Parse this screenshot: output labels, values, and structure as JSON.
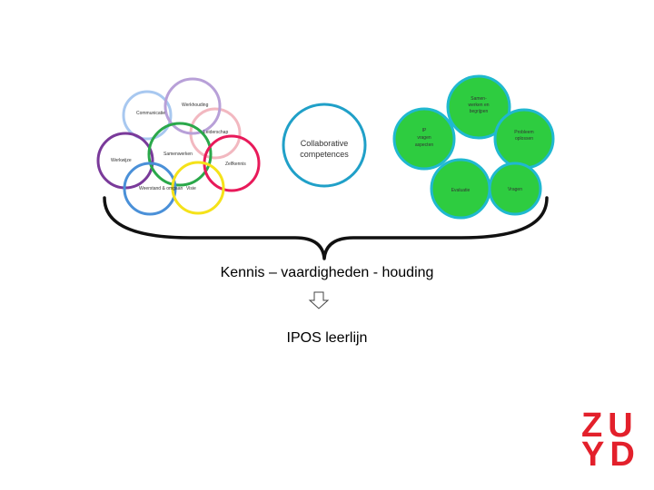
{
  "colors": {
    "accent_red": "#e3202b",
    "green_fill": "#2ecc40",
    "cyan_border": "#20b8d0"
  },
  "left_cluster": {
    "circles": [
      {
        "label": "Communicatie",
        "color": "#a8c8f0"
      },
      {
        "label": "Werkwijze",
        "color": "#b01e8c"
      },
      {
        "label": "Leiderschap",
        "color": "#f2b8c0"
      },
      {
        "label": "Zelfkennis",
        "color": "#e81a5a"
      },
      {
        "label": "Visie",
        "color": "#f5e21a"
      },
      {
        "label": "Weerstand & omgaan",
        "color": "#4a90d8"
      },
      {
        "label": "Samenwerken",
        "color": "#2aa84a"
      },
      {
        "label": "Werkhouding",
        "color": "#7a3a9a"
      }
    ]
  },
  "center_circle": {
    "label_line1": "Collaborative",
    "label_line2": "competences",
    "color": "#20a0c8"
  },
  "right_cluster": {
    "items": [
      {
        "label_line1": "Samen-",
        "label_line2": "werken en",
        "label_line3": "begrijpen"
      },
      {
        "label_line1": "IP",
        "label_line2": "vragen",
        "label_line3": "aspecten"
      },
      {
        "label_line1": "Probleem",
        "label_line2": "oplossen",
        "label_line3": ""
      },
      {
        "label_line1": "Evaluatie",
        "label_line2": "",
        "label_line3": ""
      },
      {
        "label_line1": "Vragen",
        "label_line2": "",
        "label_line3": ""
      }
    ]
  },
  "headings": {
    "main": "Kennis – vaardigheden - houding",
    "sub": "IPOS leerlijn"
  },
  "logo": {
    "line1": "ZU",
    "line2": "YD"
  }
}
